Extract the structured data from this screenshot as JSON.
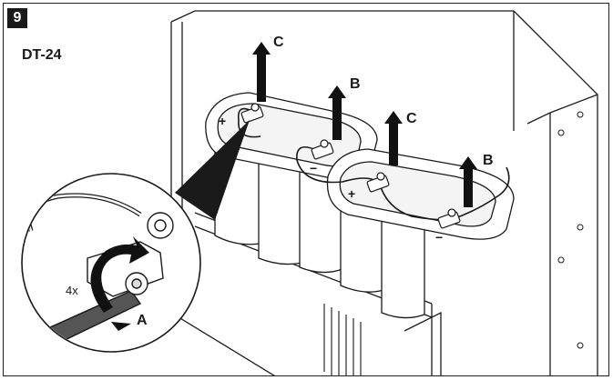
{
  "figure": {
    "step_number": "9",
    "model": "DT-24",
    "callouts": {
      "c_left": "C",
      "b_left": "B",
      "c_right": "C",
      "b_right": "B",
      "a": "A"
    },
    "repeat_count": "4x",
    "terminal_marks": {
      "plus": "+",
      "minus": "−"
    }
  },
  "colors": {
    "line": "#1a1a1a",
    "battery_fill": "#ffffff",
    "shadow": "#d9d9d9",
    "arrow": "#111111"
  },
  "icons": [
    "up-arrow-icon",
    "rotate-arrow-icon",
    "wrench-icon",
    "bolt-icon"
  ]
}
